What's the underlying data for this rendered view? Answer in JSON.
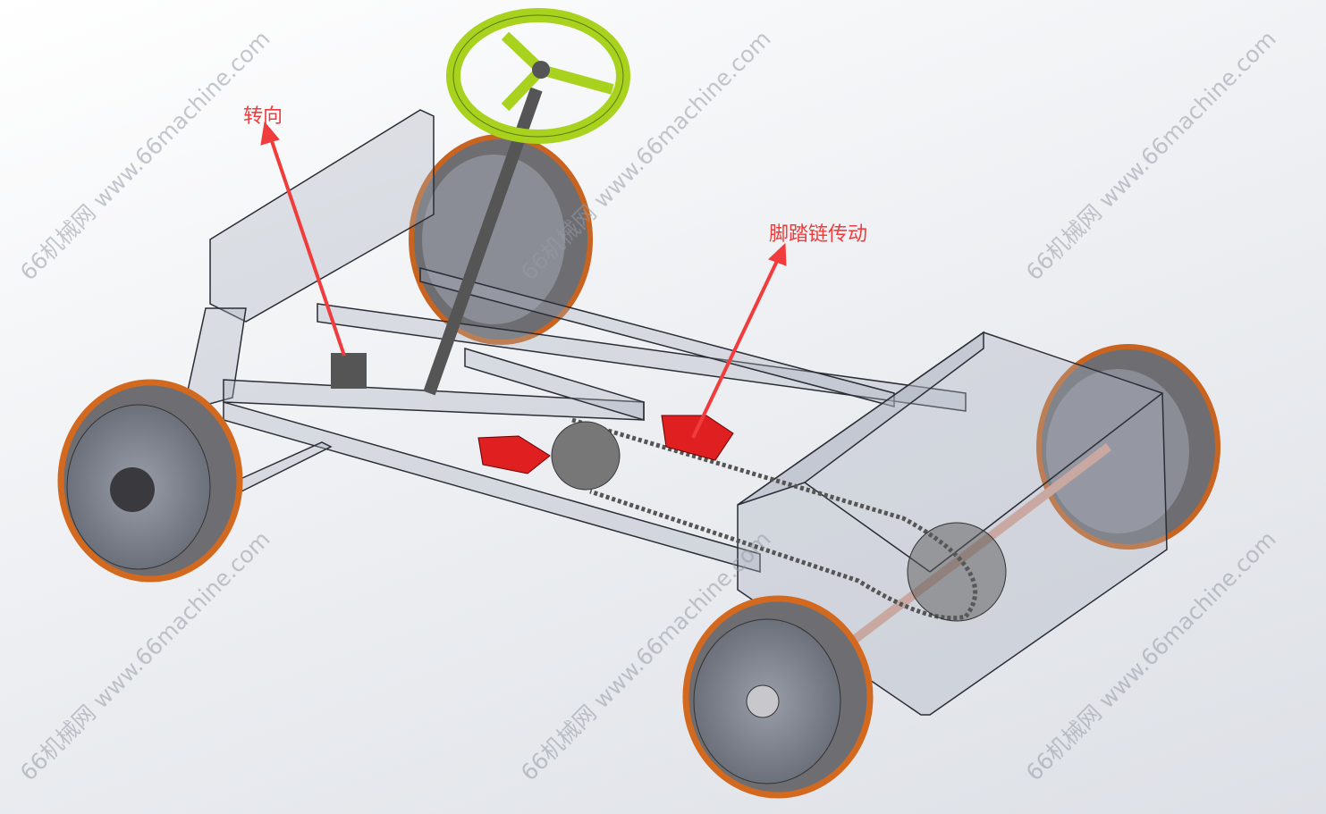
{
  "annotations": {
    "steering": "转向",
    "pedal_chain_drive": "脚踏链传动"
  },
  "watermark": "66机械网 www.66machine.com",
  "colors": {
    "annotation": "#f03c3c",
    "steering_wheel": "#a8d21e",
    "wheel_rim": "#d2691e",
    "pedal": "#e02020"
  }
}
